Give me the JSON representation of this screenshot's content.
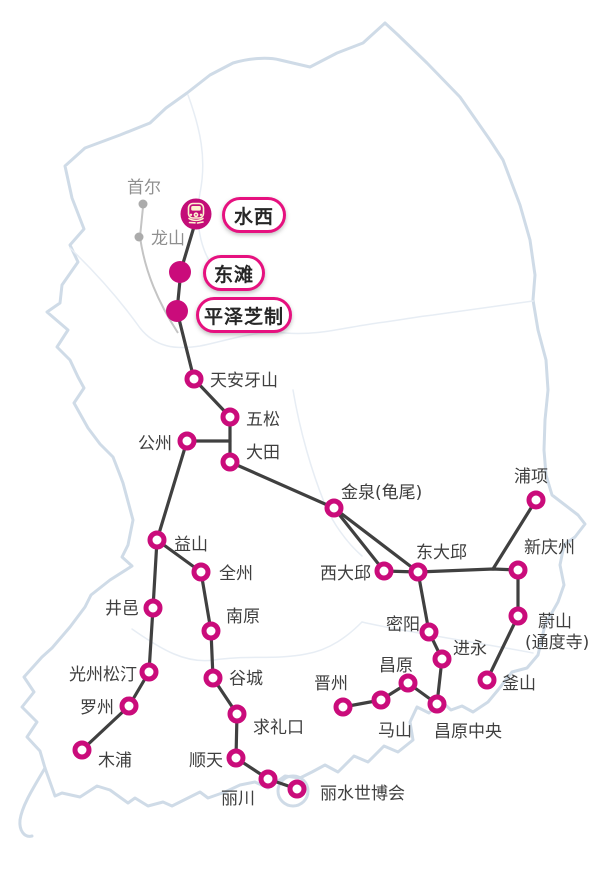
{
  "colors": {
    "accent": "#ca0c7b",
    "pill_border": "#e6117f",
    "rail_line": "#404040",
    "coastline": "#cfdbe7",
    "inner_border": "#e7edf4",
    "muted_gray": "#8f8f8f",
    "train_glyph": "#fdf3cf"
  },
  "pills": [
    {
      "label": "水西"
    },
    {
      "label": "东滩"
    },
    {
      "label": "平泽芝制"
    }
  ],
  "reference_points": [
    {
      "label": "首尔"
    },
    {
      "label": "龙山"
    }
  ],
  "icons": [
    {
      "name": "ktx-train-front-icon"
    }
  ],
  "stations": [
    {
      "label": "天安牙山"
    },
    {
      "label": "五松"
    },
    {
      "label": "公州"
    },
    {
      "label": "大田"
    },
    {
      "label": "金泉(龟尾)"
    },
    {
      "label": "浦项"
    },
    {
      "label": "西大邱"
    },
    {
      "label": "东大邱"
    },
    {
      "label": "新庆州"
    },
    {
      "label": "蔚山",
      "label2": "(通度寺)"
    },
    {
      "label": "釜山"
    },
    {
      "label": "密阳"
    },
    {
      "label": "进永"
    },
    {
      "label": "昌原"
    },
    {
      "label": "昌原中央"
    },
    {
      "label": "马山"
    },
    {
      "label": "晋州"
    },
    {
      "label": "益山"
    },
    {
      "label": "全州"
    },
    {
      "label": "南原"
    },
    {
      "label": "谷城"
    },
    {
      "label": "求礼口"
    },
    {
      "label": "顺天"
    },
    {
      "label": "丽川"
    },
    {
      "label": "丽水世博会"
    },
    {
      "label": "井邑"
    },
    {
      "label": "光州松汀"
    },
    {
      "label": "罗州"
    },
    {
      "label": "木浦"
    }
  ]
}
